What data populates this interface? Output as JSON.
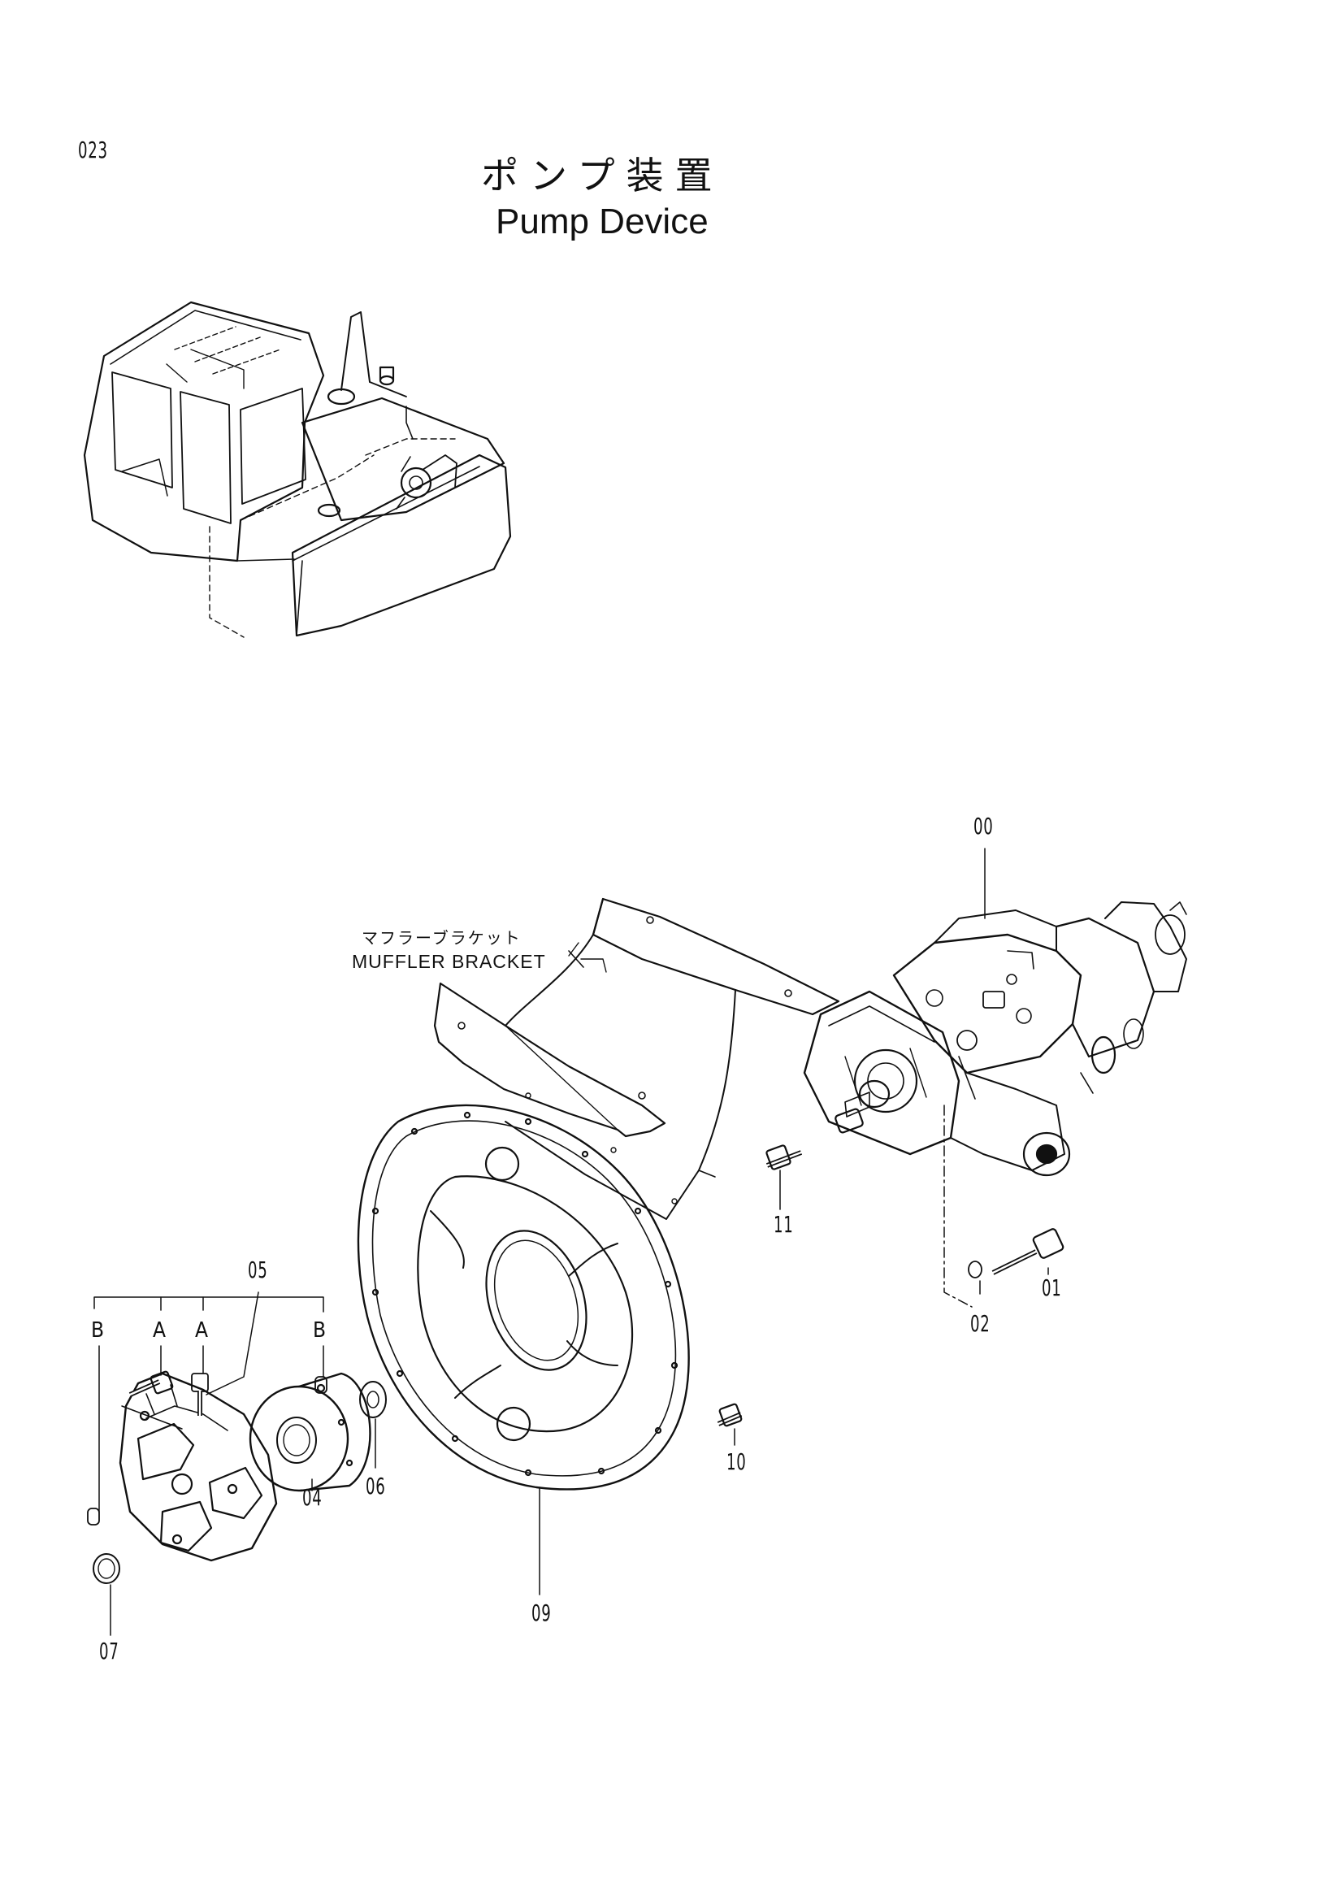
{
  "page_number": "023",
  "title": {
    "jp": "ポンプ装置",
    "en": "Pump Device"
  },
  "note": {
    "jp": "マフラーブラケット",
    "en": "MUFFLER BRACKET"
  },
  "callouts": {
    "p00": "00",
    "p01": "01",
    "p02": "02",
    "p04": "04",
    "p05": "05",
    "p06": "06",
    "p07": "07",
    "p09": "09",
    "p10": "10",
    "p11": "11",
    "a1": "A",
    "a2": "A",
    "b1": "B",
    "b2": "B"
  }
}
